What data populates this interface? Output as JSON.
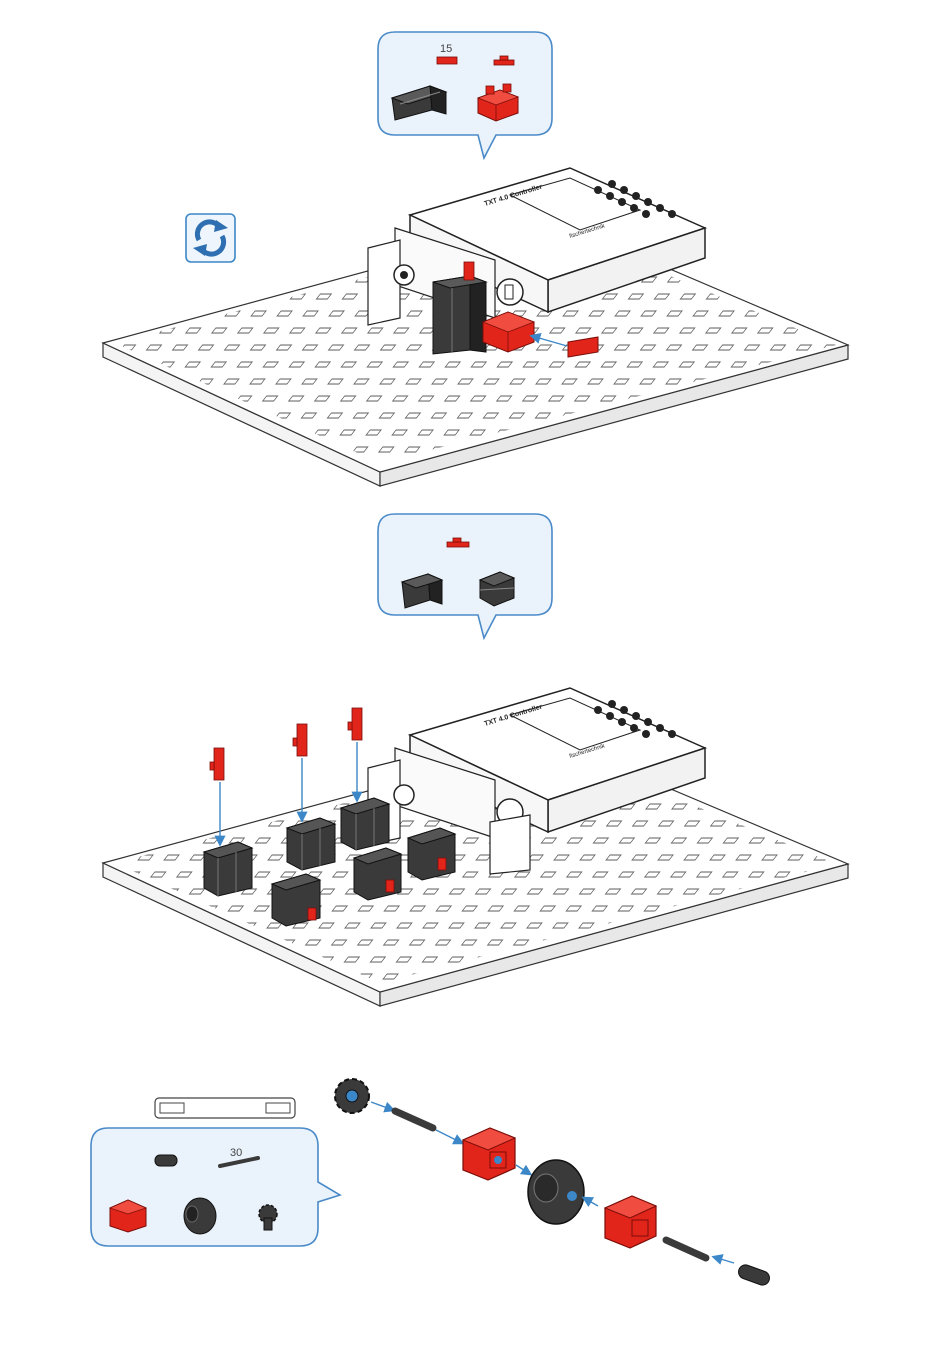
{
  "step1": {
    "parts": [
      {
        "name": "building-rod",
        "qty": "15",
        "color": "red"
      },
      {
        "name": "short-peg",
        "qty": "",
        "color": "red"
      },
      {
        "name": "double-block",
        "qty": "",
        "color": "black"
      },
      {
        "name": "cross-block",
        "qty": "",
        "color": "red"
      }
    ],
    "has_rotate_icon": true
  },
  "step2": {
    "parts": [
      {
        "name": "short-peg",
        "qty": "",
        "color": "red"
      },
      {
        "name": "building-block-30",
        "qty": "",
        "color": "black"
      },
      {
        "name": "building-block-15",
        "qty": "",
        "color": "black"
      }
    ]
  },
  "step3": {
    "parts": [
      {
        "name": "spacer-sleeve",
        "qty": "",
        "color": "black"
      },
      {
        "name": "axle",
        "qty": "30",
        "color": "black"
      },
      {
        "name": "cross-block",
        "qty": "",
        "color": "red"
      },
      {
        "name": "pulley-wheel",
        "qty": "",
        "color": "black"
      },
      {
        "name": "gear-z10",
        "qty": "",
        "color": "black"
      }
    ],
    "scale_ruler": true
  },
  "controller": {
    "label": "TXT 4.0 Controller",
    "brand": "fischertechnik"
  },
  "colors": {
    "callout_border": "#4a8ac8",
    "callout_fill": "#eaf3fb",
    "red": "#e1251b",
    "dark": "#3a3a3a",
    "arrow": "#3c87c8"
  }
}
